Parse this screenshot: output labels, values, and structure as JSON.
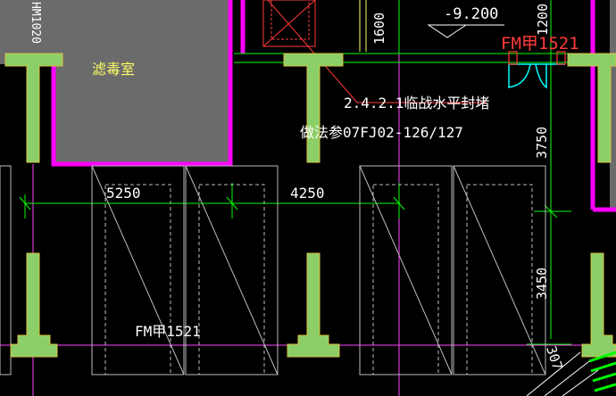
{
  "drawing": {
    "room_label": "滤毒室",
    "wall_code": "HM1020",
    "elevation": "-9.200",
    "dims": {
      "top_1600": "1600",
      "top_right": "1200",
      "span_left": "5250",
      "span_mid": "4250",
      "right_upper": "3750",
      "right_lower": "3450",
      "corner": "307"
    },
    "door_top_right": "FM甲1521",
    "door_bottom": "FM甲1521",
    "note_line1": "2.4.2.1临战水平封堵",
    "note_line2": "做法参07FJ02-126/127"
  },
  "colors": {
    "background": "#000000",
    "column_fill": "#8ccf68",
    "column_stroke": "#d8c040",
    "room_fill": "#6b6b6b",
    "wall_magenta": "#ff00ff",
    "dim_green": "#00ff00",
    "grid_magenta": "#ff44ff",
    "text_white": "#ffffff",
    "text_yellow": "#ffff66",
    "door_red": "#ff3b3b",
    "door_cyan": "#00ffff",
    "outline_gray": "#bdbdbd"
  }
}
